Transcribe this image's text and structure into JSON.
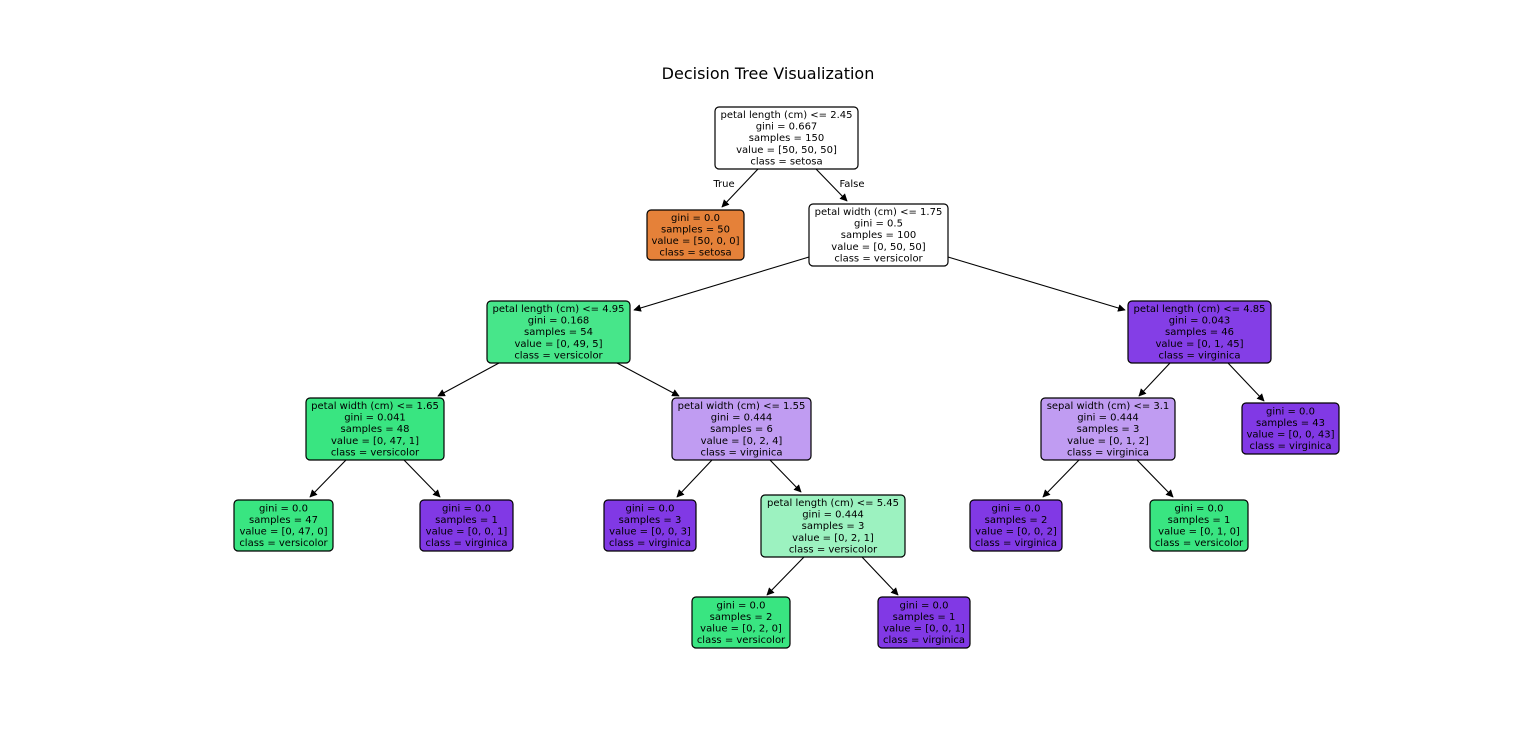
{
  "title": "Decision Tree Visualization",
  "edge_labels": {
    "true_label": "True",
    "false_label": "False"
  },
  "colors": {
    "setosa": "#e58139",
    "versicolor_dark": "#39e581",
    "versicolor_mid": "#47e68a",
    "versicolor_light": "#9cf2c0",
    "virginica_dark": "#8139e5",
    "virginica_mid": "#843ee6",
    "virginica_light": "#c09cf2",
    "neutral": "#ffffff"
  },
  "nodes": [
    {
      "id": "n0",
      "color": "neutral",
      "lines": [
        "petal length (cm) <= 2.45",
        "gini = 0.667",
        "samples = 150",
        "value = [50, 50, 50]",
        "class = setosa"
      ]
    },
    {
      "id": "n1",
      "color": "setosa",
      "lines": [
        "gini = 0.0",
        "samples = 50",
        "value = [50, 0, 0]",
        "class = setosa"
      ]
    },
    {
      "id": "n2",
      "color": "neutral",
      "lines": [
        "petal width (cm) <= 1.75",
        "gini = 0.5",
        "samples = 100",
        "value = [0, 50, 50]",
        "class = versicolor"
      ]
    },
    {
      "id": "n3",
      "color": "versicolor_mid",
      "lines": [
        "petal length (cm) <= 4.95",
        "gini = 0.168",
        "samples = 54",
        "value = [0, 49, 5]",
        "class = versicolor"
      ]
    },
    {
      "id": "n4",
      "color": "versicolor_dark",
      "lines": [
        "petal width (cm) <= 1.65",
        "gini = 0.041",
        "samples = 48",
        "value = [0, 47, 1]",
        "class = versicolor"
      ]
    },
    {
      "id": "n5",
      "color": "versicolor_dark",
      "lines": [
        "gini = 0.0",
        "samples = 47",
        "value = [0, 47, 0]",
        "class = versicolor"
      ]
    },
    {
      "id": "n6",
      "color": "virginica_dark",
      "lines": [
        "gini = 0.0",
        "samples = 1",
        "value = [0, 0, 1]",
        "class = virginica"
      ]
    },
    {
      "id": "n7",
      "color": "virginica_light",
      "lines": [
        "petal width (cm) <= 1.55",
        "gini = 0.444",
        "samples = 6",
        "value = [0, 2, 4]",
        "class = virginica"
      ]
    },
    {
      "id": "n8",
      "color": "virginica_dark",
      "lines": [
        "gini = 0.0",
        "samples = 3",
        "value = [0, 0, 3]",
        "class = virginica"
      ]
    },
    {
      "id": "n9",
      "color": "versicolor_light",
      "lines": [
        "petal length (cm) <= 5.45",
        "gini = 0.444",
        "samples = 3",
        "value = [0, 2, 1]",
        "class = versicolor"
      ]
    },
    {
      "id": "n10",
      "color": "versicolor_dark",
      "lines": [
        "gini = 0.0",
        "samples = 2",
        "value = [0, 2, 0]",
        "class = versicolor"
      ]
    },
    {
      "id": "n11",
      "color": "virginica_dark",
      "lines": [
        "gini = 0.0",
        "samples = 1",
        "value = [0, 0, 1]",
        "class = virginica"
      ]
    },
    {
      "id": "n12",
      "color": "virginica_mid",
      "lines": [
        "petal length (cm) <= 4.85",
        "gini = 0.043",
        "samples = 46",
        "value = [0, 1, 45]",
        "class = virginica"
      ]
    },
    {
      "id": "n13",
      "color": "virginica_light",
      "lines": [
        "sepal width (cm) <= 3.1",
        "gini = 0.444",
        "samples = 3",
        "value = [0, 1, 2]",
        "class = virginica"
      ]
    },
    {
      "id": "n14",
      "color": "virginica_dark",
      "lines": [
        "gini = 0.0",
        "samples = 2",
        "value = [0, 0, 2]",
        "class = virginica"
      ]
    },
    {
      "id": "n15",
      "color": "versicolor_dark",
      "lines": [
        "gini = 0.0",
        "samples = 1",
        "value = [0, 1, 0]",
        "class = versicolor"
      ]
    },
    {
      "id": "n16",
      "color": "virginica_dark",
      "lines": [
        "gini = 0.0",
        "samples = 43",
        "value = [0, 0, 43]",
        "class = virginica"
      ]
    }
  ],
  "edges": [
    [
      "n0",
      "n1"
    ],
    [
      "n0",
      "n2"
    ],
    [
      "n2",
      "n3"
    ],
    [
      "n2",
      "n12"
    ],
    [
      "n3",
      "n4"
    ],
    [
      "n3",
      "n7"
    ],
    [
      "n4",
      "n5"
    ],
    [
      "n4",
      "n6"
    ],
    [
      "n7",
      "n8"
    ],
    [
      "n7",
      "n9"
    ],
    [
      "n9",
      "n10"
    ],
    [
      "n9",
      "n11"
    ],
    [
      "n12",
      "n13"
    ],
    [
      "n12",
      "n16"
    ],
    [
      "n13",
      "n14"
    ],
    [
      "n13",
      "n15"
    ]
  ]
}
